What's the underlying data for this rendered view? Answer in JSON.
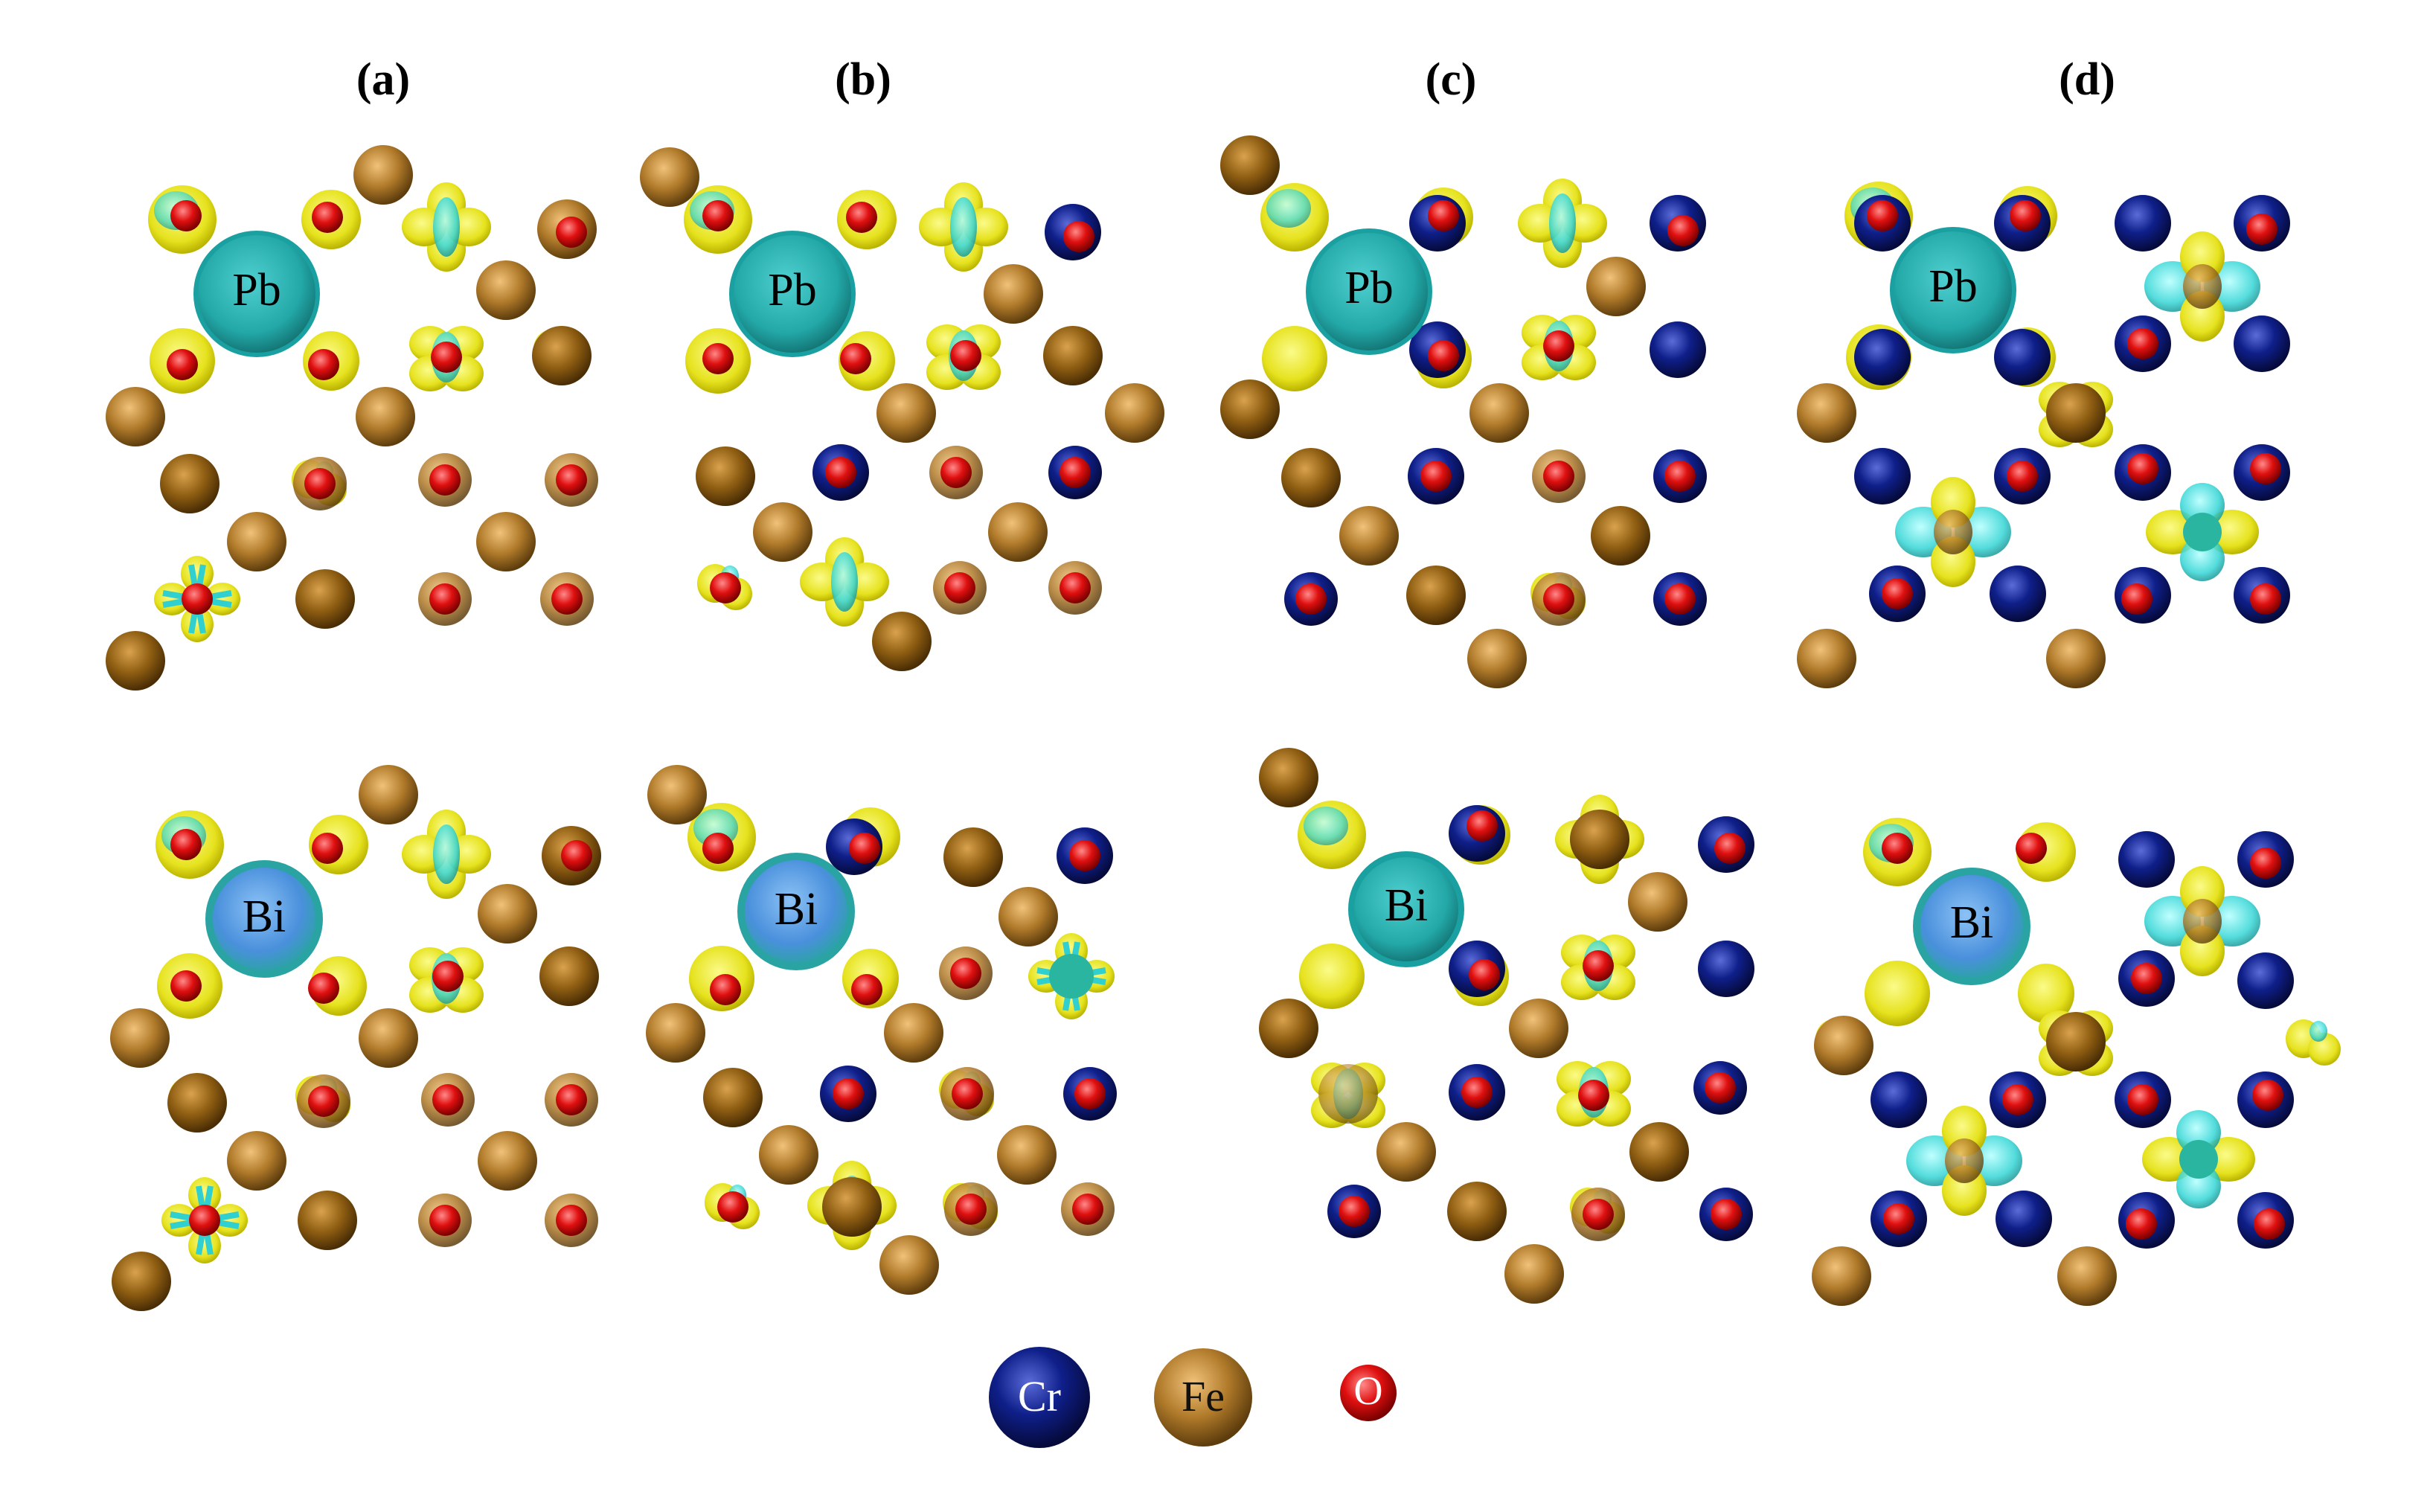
{
  "panels": [
    {
      "id": "a",
      "label": "(a)"
    },
    {
      "id": "b",
      "label": "(b)"
    },
    {
      "id": "c",
      "label": "(c)"
    },
    {
      "id": "d",
      "label": "(d)"
    }
  ],
  "dopants": {
    "top": "Pb",
    "bottom": "Bi"
  },
  "legend": [
    {
      "element": "Cr",
      "color": "#0a1a7a"
    },
    {
      "element": "Fe",
      "color": "#b07a2a"
    },
    {
      "element": "O",
      "color": "#e01010"
    }
  ],
  "colors": {
    "isosurface_positive": "#e8e820",
    "isosurface_negative": "#30d0d0",
    "dopant": "#2ab5b5",
    "bi_dopant": "#4a9ae0",
    "fe": "#9a6a18",
    "cr": "#0a1a7a",
    "o": "#e01010"
  }
}
